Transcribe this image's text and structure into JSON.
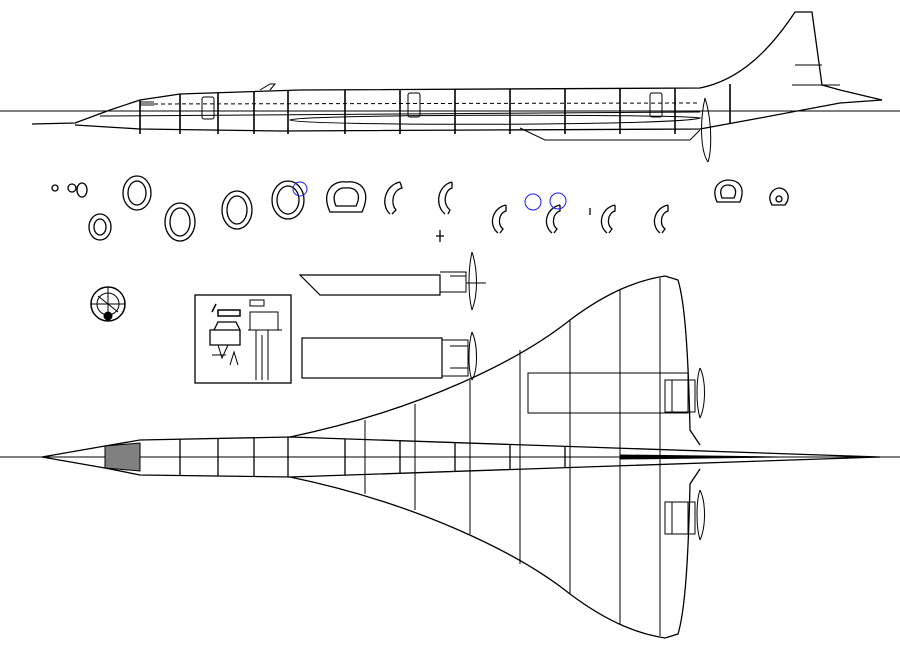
{
  "drawing": {
    "views": [
      "side-view",
      "former-cross-sections",
      "nacelle-details",
      "inset-detail",
      "top-view"
    ],
    "colors": {
      "line": "#000000",
      "background": "#ffffff",
      "highlight_circle": "#1a1aff",
      "cockpit_fill": "#808080"
    }
  }
}
